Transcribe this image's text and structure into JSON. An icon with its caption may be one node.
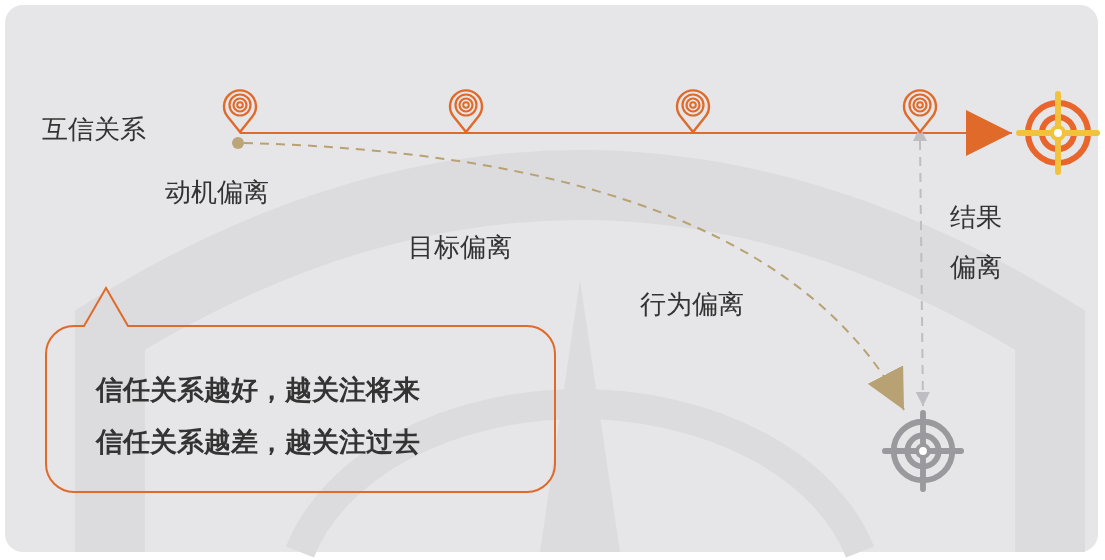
{
  "diagram": {
    "nodes": [
      {
        "text": [],
        "shape": "picture"
      },
      {
        "text": [],
        "shape": "picture"
      },
      {
        "text": [],
        "shape": "picture"
      },
      {
        "text": [],
        "shape": "picture"
      },
      {
        "text": [],
        "shape": "picture"
      },
      {
        "text": [],
        "shape": "circle"
      },
      {
        "text": [
          "信任关系越好，越关注将来",
          "信任关系越差，越关注过去"
        ]
      },
      {
        "text": [],
        "shape": "picture"
      }
    ],
    "edges": [
      {
        "from": 0,
        "to": 1,
        "arrow": "none"
      },
      {
        "from": 1,
        "to": 2,
        "arrow": "none"
      },
      {
        "from": 2,
        "to": 3,
        "arrow": "none"
      },
      {
        "from": 3,
        "to": 4,
        "arrow": "to"
      },
      {
        "from": 5,
        "to": 7,
        "arrow": "to",
        "style": "dashed",
        "color": "#b8a274"
      },
      {
        "from": 3,
        "to": 7,
        "arrow": "both",
        "style": "dashed",
        "color": "#bdbdc2"
      }
    ],
    "labels": [
      "互信关系",
      "动机偏离",
      "目标偏离",
      "行为偏离",
      "结果偏离"
    ]
  }
}
